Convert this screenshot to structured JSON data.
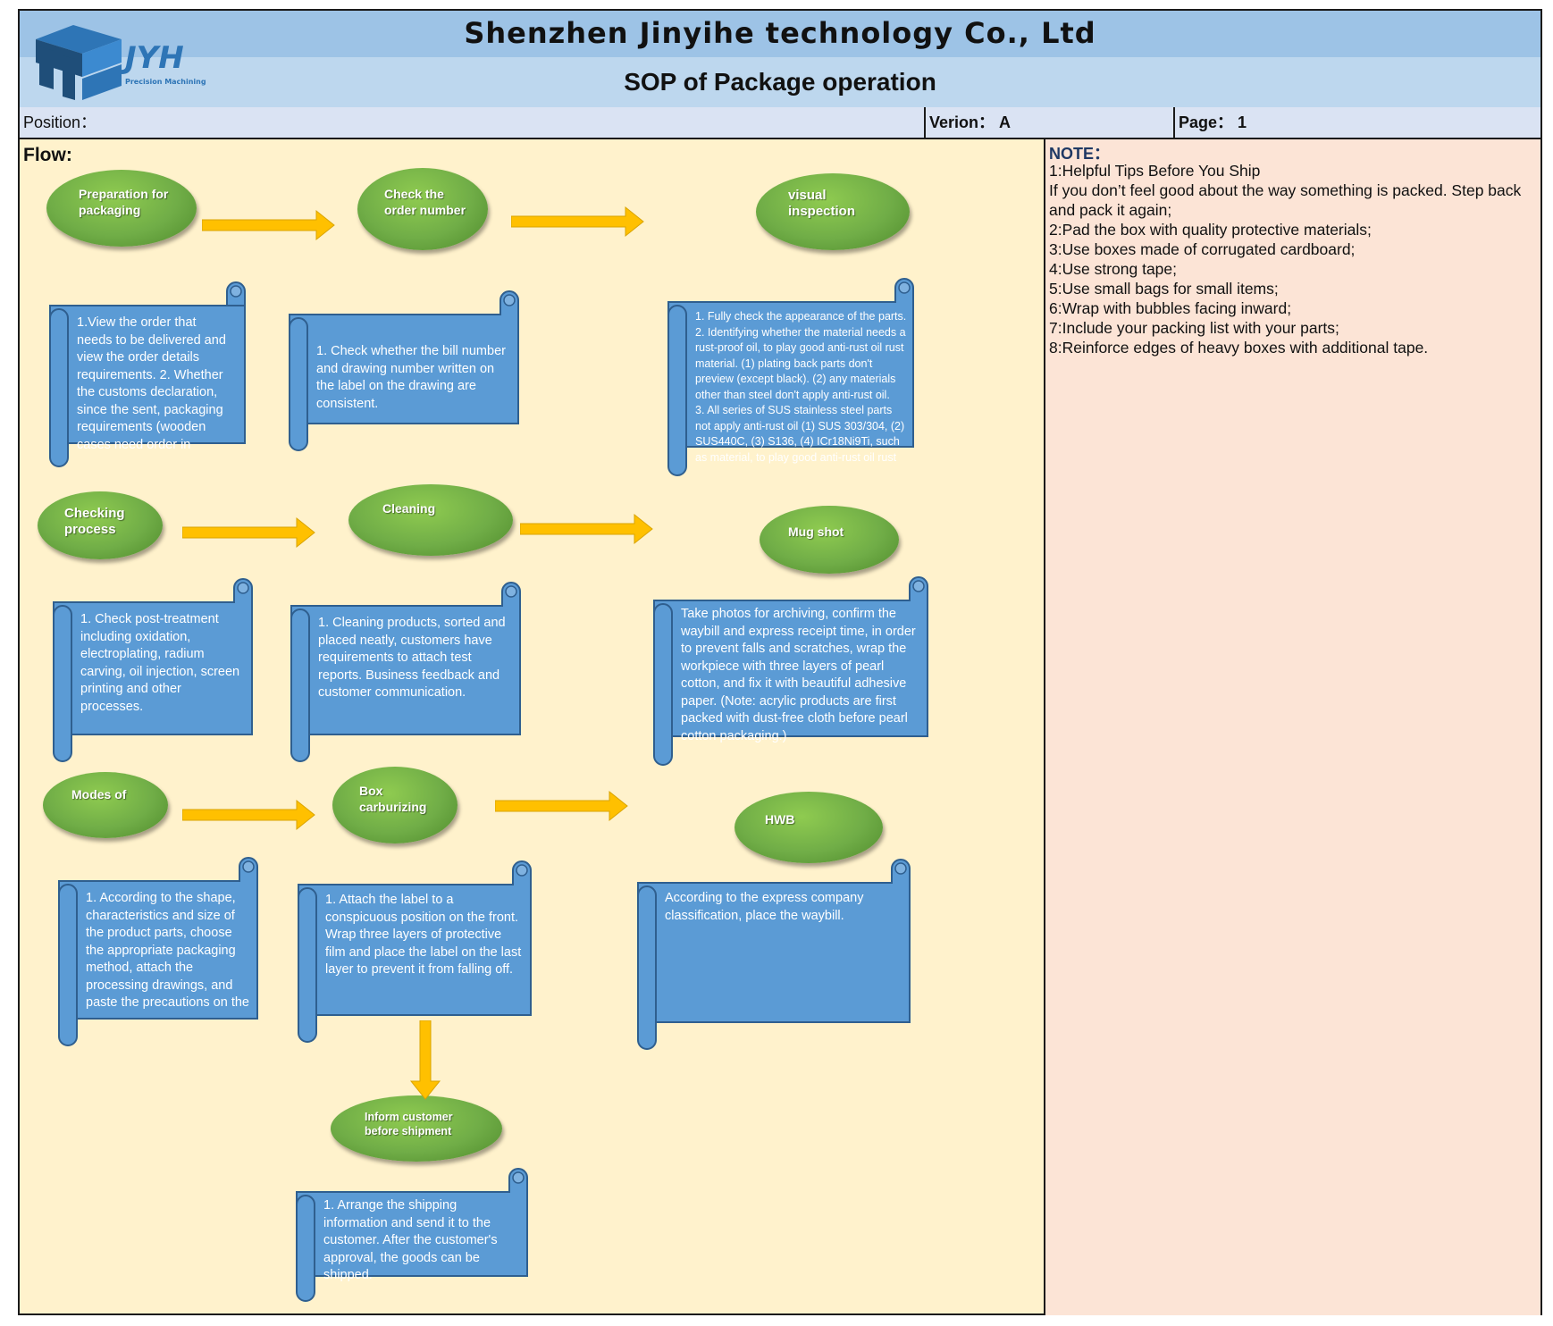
{
  "header": {
    "company": "Shenzhen Jinyihe technology Co., Ltd",
    "title": "SOP of Package operation",
    "logo_text": "JYH",
    "logo_tagline": "Precision Machining"
  },
  "info": {
    "position_label": "Position：",
    "version_label": "Verion：",
    "version_value": "A",
    "page_label": "Page：",
    "page_value": "1"
  },
  "flow": {
    "label": "Flow:",
    "steps": [
      {
        "title": [
          "Preparation for",
          "packaging"
        ],
        "description": "1.View the order that needs to be delivered and view the order details requirements. 2. Whether the customs declaration, since the sent, packaging requirements (wooden cases need order in"
      },
      {
        "title": [
          "Check the",
          "order number"
        ],
        "description": "1. Check whether the bill number and drawing number written on the label on the drawing are consistent."
      },
      {
        "title": [
          "visual",
          "inspection"
        ],
        "description": "1. Fully check the appearance of the parts.\n 2. Identifying whether the material needs a rust-proof oil, to play good anti-rust oil rust material. (1) plating back parts don't preview (except black). (2) any materials other than steel don't apply anti-rust oil.\n3. All series of SUS stainless steel parts not apply anti-rust oil (1) SUS 303/304, (2) SUS440C, (3) S136, (4) ICr18Ni9Ti, such as material, to play good anti-rust oil rust"
      },
      {
        "title": [
          "Checking",
          "process"
        ],
        "description": "1. Check post-treatment including oxidation, electroplating, radium carving, oil injection, screen printing and other processes."
      },
      {
        "title": [
          "Cleaning"
        ],
        "description": "1. Cleaning products, sorted and placed neatly, customers have requirements to attach test reports. Business feedback and customer communication."
      },
      {
        "title": [
          "Mug shot"
        ],
        "description": "Take photos for archiving, confirm the waybill and express receipt time, in order to prevent falls and scratches, wrap the workpiece with three layers of pearl cotton, and fix it with beautiful adhesive paper. (Note: acrylic products are first packed with dust-free cloth before pearl cotton packaging.)"
      },
      {
        "title": [
          "Modes of"
        ],
        "description": "1. According to the shape, characteristics and size of the product parts, choose the appropriate packaging method, attach the processing drawings, and paste the precautions on the"
      },
      {
        "title": [
          "Box",
          "carburizing"
        ],
        "description": "1. Attach the label to a conspicuous position on the front. Wrap three layers of protective film and place the label on the last layer to prevent it from falling off."
      },
      {
        "title": [
          "HWB"
        ],
        "description": "According to the express company classification, place the waybill."
      },
      {
        "title": [
          "Inform customer",
          "before shipment"
        ],
        "description": "1. Arrange the shipping information and send it to the customer. After the customer's approval, the goods can be shipped."
      }
    ]
  },
  "notes": {
    "title": "NOTE：",
    "items": [
      "1:Helpful Tips Before You Ship",
      "If you don’t feel good about the way something is packed. Step back and pack it again;",
      "2:Pad the box with quality protective materials;",
      "3:Use boxes made of corrugated cardboard;",
      "4:Use strong tape;",
      "5:Use small bags for small items;",
      "6:Wrap with bubbles facing inward;",
      "7:Include your packing list with your parts;",
      "8:Reinforce edges of heavy boxes with additional tape."
    ]
  },
  "colors": {
    "header_band": "#9dc3e6",
    "header_bg": "#bdd7ee",
    "info_row": "#dae3f3",
    "flow_bg": "#fff2cc",
    "note_bg": "#fce4d6",
    "oval": "#70ad47",
    "scroll": "#5b9bd5",
    "arrow": "#ffc000"
  }
}
